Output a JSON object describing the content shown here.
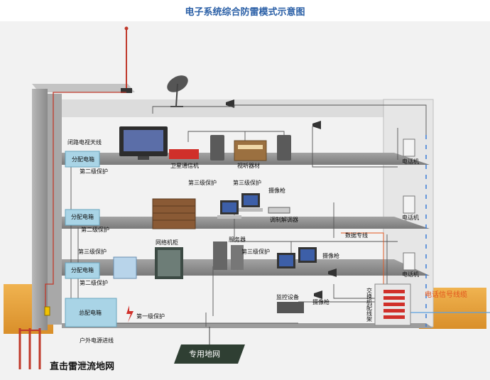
{
  "title": "电子系统综合防雷模式示意图",
  "labels": {
    "cable_tv_antenna": "闭路电视天线",
    "distribution_box_top": "分配电箱",
    "level2_protection_top": "第二级保护",
    "satellite_receiver": "卫星通信机",
    "audio_equipment": "视听器材",
    "telephone_1": "电话机",
    "level3_protection_a": "第三级保护",
    "level3_protection_b": "第三级保护",
    "camera_top": "摄像枪",
    "distribution_box_mid": "分配电箱",
    "level2_protection_mid": "第二级保护",
    "modem": "调制解调器",
    "telephone_2": "电话机",
    "data_line": "数据专线",
    "network_cabinet": "网络机柜",
    "server": "服务器",
    "level3_protection_left": "第三级保护",
    "level3_protection_server": "第三级保护",
    "camera_mid": "摄像枪",
    "distribution_box_low": "分配电箱",
    "level2_protection_low": "第二级保护",
    "telephone_3": "电话机",
    "main_box": "总配电箱",
    "level1_protection": "第一级保护",
    "monitor_equipment": "监控设备",
    "camera_low": "摄像枪",
    "switchboard": "交换机配线架",
    "phone_signal_cable": "电话信号线缆",
    "outdoor_power_line": "户外电源进线",
    "dedicated_ground": "专用地网",
    "direct_lightning_ground": "直击雷泄流地网"
  },
  "colors": {
    "title": "#2a5fa6",
    "wall": "#9a9a9a",
    "floor": "#8c8c8c",
    "ground_soil": "#e8a640",
    "lightning_rod": "#c0392b",
    "signal_cable": "#e2541c",
    "dedicated_ground": "#2f3f33",
    "power_box": "#a9d4e6"
  }
}
